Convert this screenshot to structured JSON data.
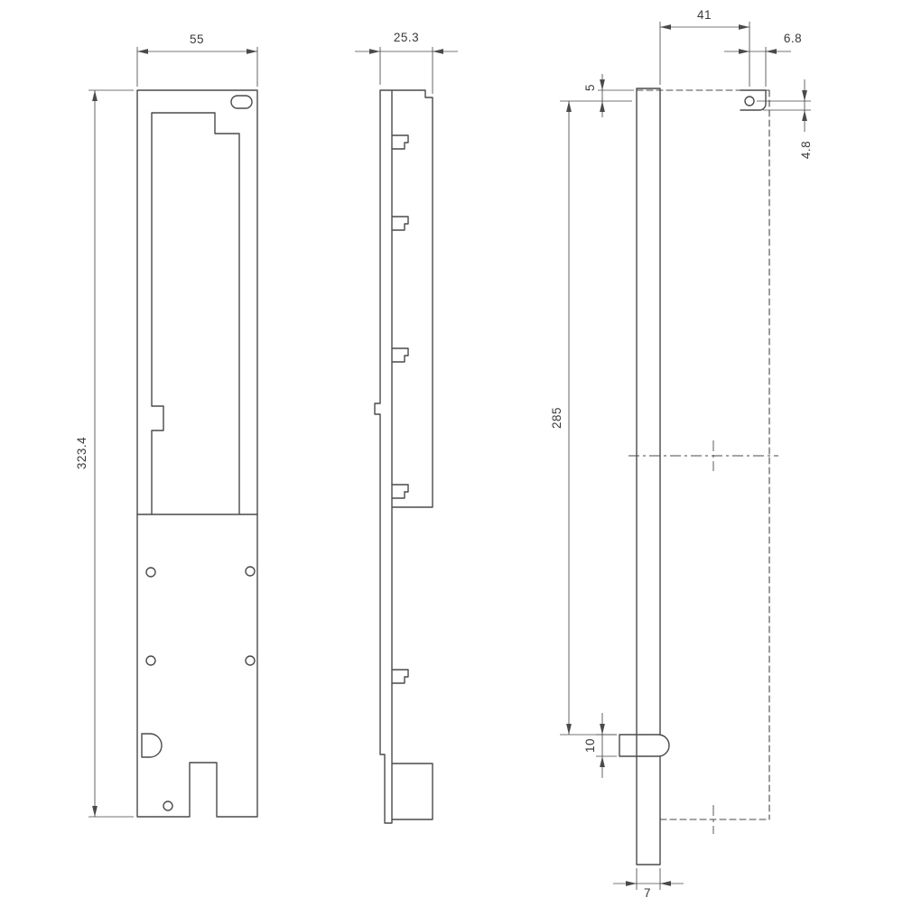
{
  "colors": {
    "background": "#ffffff",
    "line": "#4a4a4a",
    "text": "#3a3a3a"
  },
  "views": {
    "front": {
      "dims": {
        "width": "55",
        "height": "323.4"
      }
    },
    "side": {
      "dims": {
        "depth": "25.3"
      }
    },
    "rear": {
      "dims": {
        "hole_offset": "41",
        "tab_width": "6.8",
        "top_offset": "5",
        "tab_height": "4.8",
        "body_height": "285",
        "pin_height": "10",
        "strip_width": "7"
      }
    }
  }
}
